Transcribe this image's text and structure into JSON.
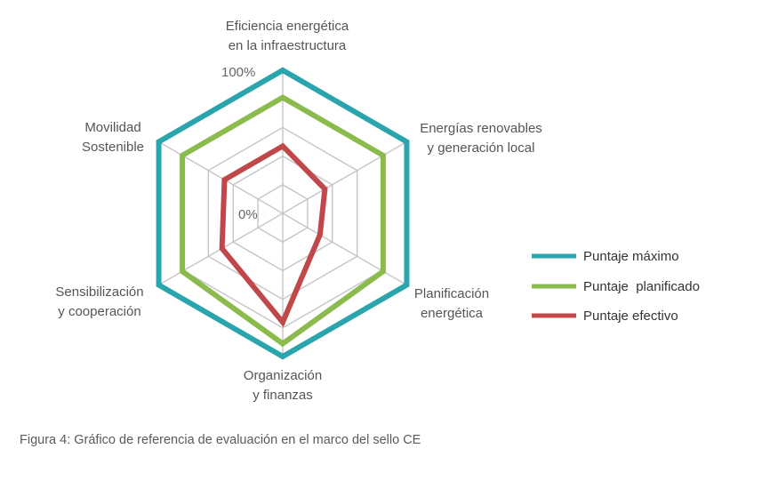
{
  "caption": "Figura 4: Gráfico de referencia de evaluación en el marco del sello CE",
  "chart_data": {
    "type": "radar",
    "axes": [
      [
        "Eficiencia energética",
        "en la infraestructura"
      ],
      [
        "Energías renovables",
        "y generación local"
      ],
      [
        "Planificación",
        "energética"
      ],
      [
        "Organización",
        "y finanzas"
      ],
      [
        "Sensibilización",
        "y cooperación"
      ],
      [
        "Movilidad",
        "Sostenible"
      ]
    ],
    "range": [
      0,
      100
    ],
    "tick_labels": {
      "min": "0%",
      "max": "100%"
    },
    "grid": true,
    "grid_levels": [
      20,
      40,
      60,
      80
    ],
    "legend_position": "right",
    "series": [
      {
        "name": "Puntaje máximo",
        "color": "#2aa5ad",
        "values": [
          100,
          100,
          100,
          100,
          100,
          100
        ]
      },
      {
        "name": "Puntaje  planificado",
        "color": "#8bbb4c",
        "values": [
          81,
          81,
          81,
          91,
          81,
          81
        ]
      },
      {
        "name": "Puntaje efectivo",
        "color": "#c0484a",
        "values": [
          47,
          34,
          30,
          76,
          49,
          47
        ]
      }
    ]
  }
}
